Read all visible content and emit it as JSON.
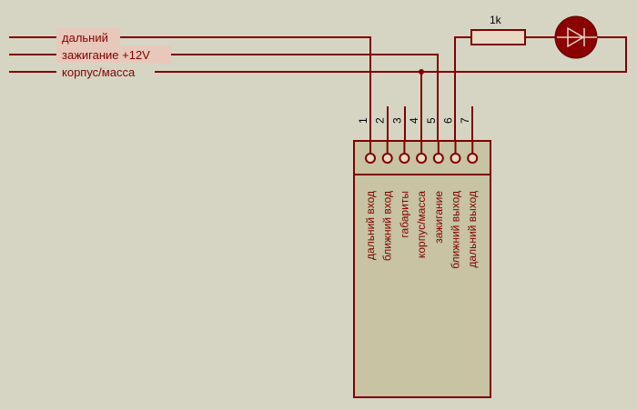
{
  "net_labels": [
    {
      "id": "far",
      "text": "дальний"
    },
    {
      "id": "ignition",
      "text": "зажигание +12V"
    },
    {
      "id": "ground",
      "text": "корпус/масса"
    }
  ],
  "resistor": {
    "value": "1k"
  },
  "component": {
    "pins": [
      {
        "number": "1",
        "name": "дальний вход"
      },
      {
        "number": "2",
        "name": "ближний вход"
      },
      {
        "number": "3",
        "name": "габариты"
      },
      {
        "number": "4",
        "name": "корпус/масса"
      },
      {
        "number": "5",
        "name": "зажигание"
      },
      {
        "number": "6",
        "name": "ближний выход"
      },
      {
        "number": "7",
        "name": "дальний выход"
      }
    ]
  },
  "colors": {
    "wire": "#800000",
    "body": "#d6d5c4",
    "component_fill": "#c7c3a3",
    "label_bg": "#e8c8bb",
    "led": "#8b0000"
  }
}
